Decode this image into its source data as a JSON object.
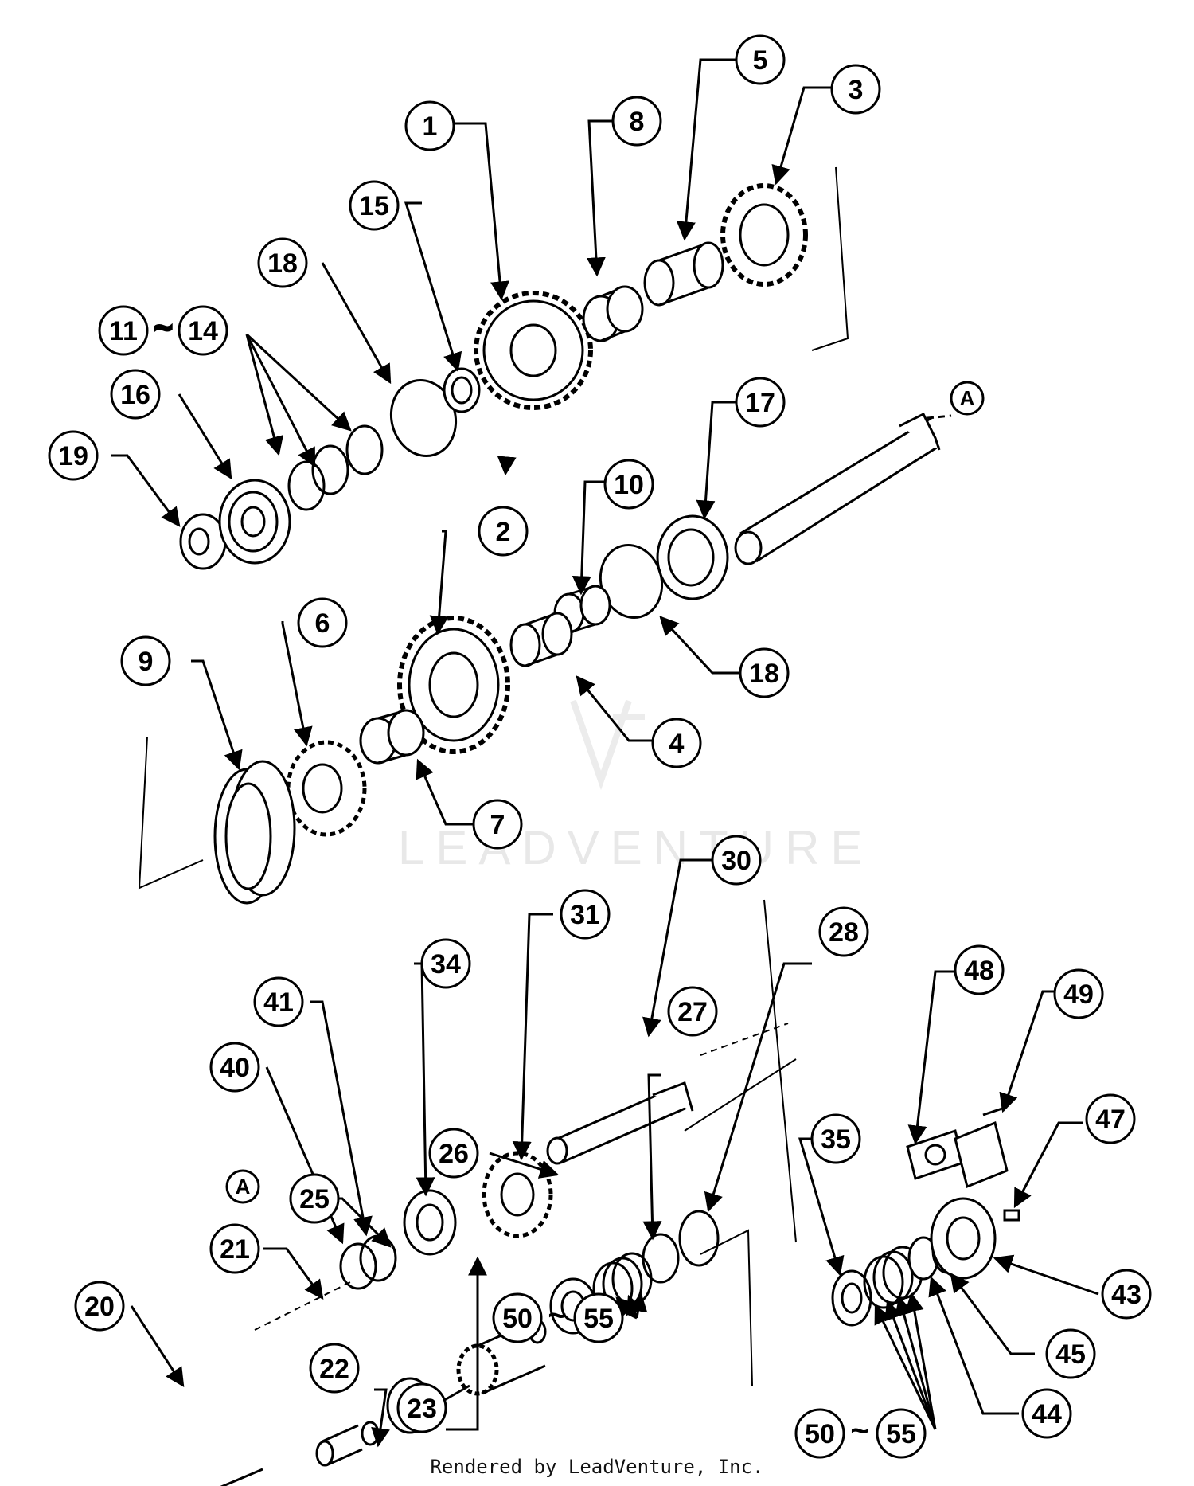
{
  "callouts": {
    "c1": "1",
    "c2": "2",
    "c3": "3",
    "c4": "4",
    "c5": "5",
    "c6": "6",
    "c7": "7",
    "c8": "8",
    "c9": "9",
    "c10": "10",
    "c11": "11",
    "c14": "14",
    "c15": "15",
    "c16": "16",
    "c17": "17",
    "c18a": "18",
    "c18b": "18",
    "c19": "19",
    "c20": "20",
    "c21": "21",
    "c22": "22",
    "c23": "23",
    "c25": "25",
    "c26": "26",
    "c27": "27",
    "c28": "28",
    "c30": "30",
    "c31": "31",
    "c34": "34",
    "c35": "35",
    "c40": "40",
    "c41": "41",
    "c43": "43",
    "c44": "44",
    "c45": "45",
    "c47": "47",
    "c48": "48",
    "c49": "49",
    "c50a": "50",
    "c55a": "55",
    "c50b": "50",
    "c55b": "55"
  },
  "range_separator": "~",
  "reference_marks": {
    "a_top": "A",
    "a_bottom": "A"
  },
  "watermark": "LEADVENTURE",
  "footer": "Rendered by LeadVenture, Inc."
}
